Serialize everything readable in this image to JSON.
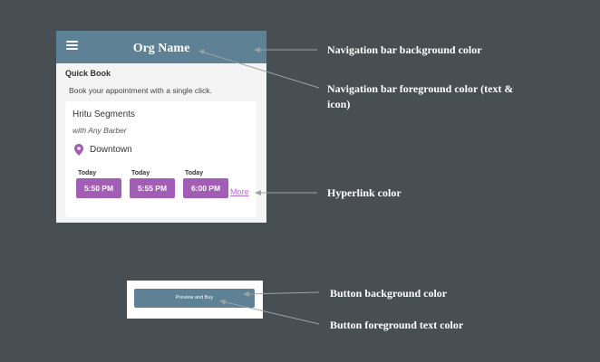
{
  "navbar": {
    "title": "Org Name"
  },
  "quick_book": {
    "title": "Quick Book",
    "subtitle": "Book your appointment with a single click.",
    "service": "Hritu Segments",
    "barber": "with Any Barber",
    "location": "Downtown",
    "slots": [
      {
        "day": "Today",
        "time": "5:50 PM"
      },
      {
        "day": "Today",
        "time": "5:55 PM"
      },
      {
        "day": "Today",
        "time": "6:00 PM"
      }
    ],
    "more": "More"
  },
  "button": {
    "label": "Preview and Buy"
  },
  "annotations": {
    "nav_bg": "Navigation bar background color",
    "nav_fg_line1": "Navigation bar foreground color (text &",
    "nav_fg_line2": "icon)",
    "hyperlink": "Hyperlink color",
    "button_bg": "Button background color",
    "button_fg": "Button foreground text color"
  },
  "colors": {
    "background": "#474f52",
    "navbar": "#5f8196",
    "slot_button": "#a25db4",
    "hyperlink": "#b46ed2",
    "arrow": "#9aa3a6"
  }
}
